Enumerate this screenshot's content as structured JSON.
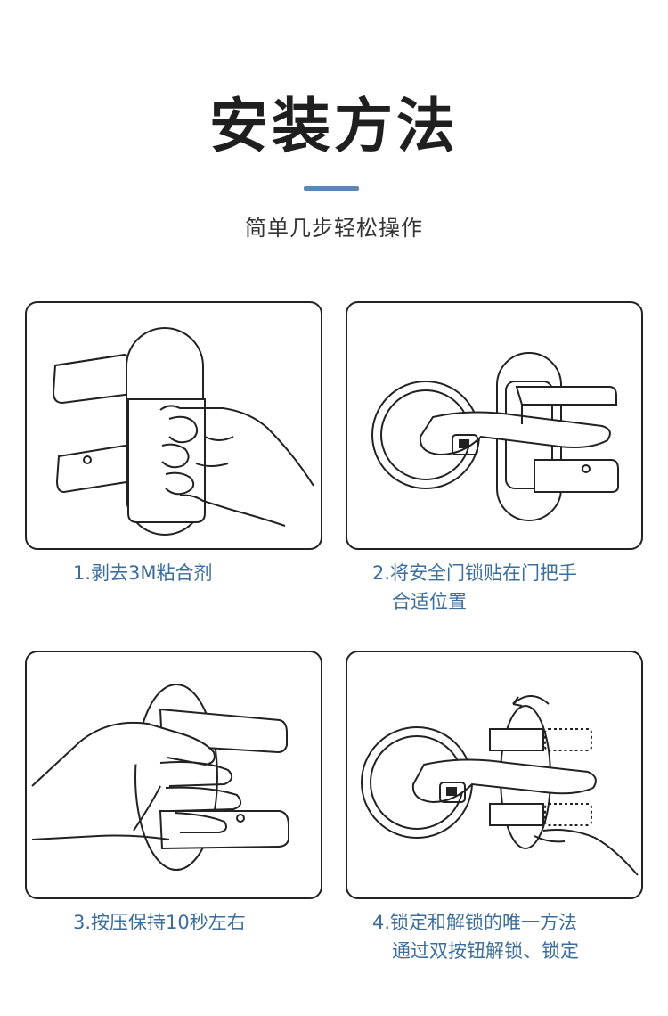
{
  "header": {
    "title": "安装方法",
    "subtitle": "简单几步轻松操作"
  },
  "steps": [
    {
      "caption_line1": "1.剥去3M粘合剂",
      "caption_line2": ""
    },
    {
      "caption_line1": "2.将安全门锁贴在门把手",
      "caption_line2": "合适位置"
    },
    {
      "caption_line1": "3.按压保持10秒左右",
      "caption_line2": ""
    },
    {
      "caption_line1": "4.锁定和解锁的唯一方法",
      "caption_line2": "通过双按钮解锁、锁定"
    }
  ],
  "colors": {
    "accent": "#5a88b0",
    "caption": "#3c6e9c",
    "line": "#222222"
  }
}
